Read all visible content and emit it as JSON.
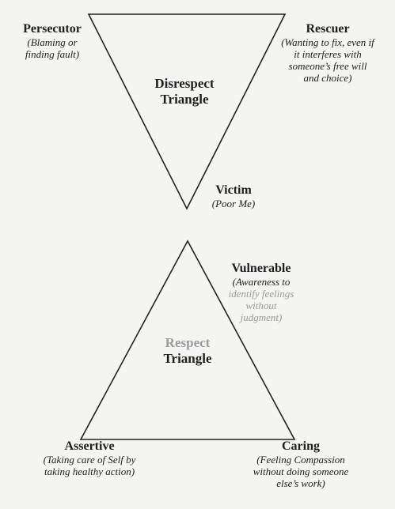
{
  "disrespect_triangle": {
    "title_line1": "Disrespect",
    "title_line2": "Triangle",
    "persecutor": {
      "role": "Persecutor",
      "desc_line1": "(Blaming or",
      "desc_line2": "finding fault)"
    },
    "rescuer": {
      "role": "Rescuer",
      "desc_line1": "(Wanting to fix, even if",
      "desc_line2": "it interferes with",
      "desc_line3": "someone’s free will",
      "desc_line4": "and choice)"
    },
    "victim": {
      "role": "Victim",
      "desc_line1": "(Poor Me)"
    }
  },
  "respect_triangle": {
    "title_line1": "Respect",
    "title_line2": "Triangle",
    "vulnerable": {
      "role": "Vulnerable",
      "desc_line1": "(Awareness to",
      "desc_line2": "identify feelings",
      "desc_line3": "without",
      "desc_line4": "judgment)"
    },
    "assertive": {
      "role": "Assertive",
      "desc_line1": "(Taking care of Self by",
      "desc_line2": "taking healthy action)"
    },
    "caring": {
      "role": "Caring",
      "desc_line1": "(Feeling Compassion",
      "desc_line2": "without doing someone",
      "desc_line3": "else’s work)"
    }
  }
}
